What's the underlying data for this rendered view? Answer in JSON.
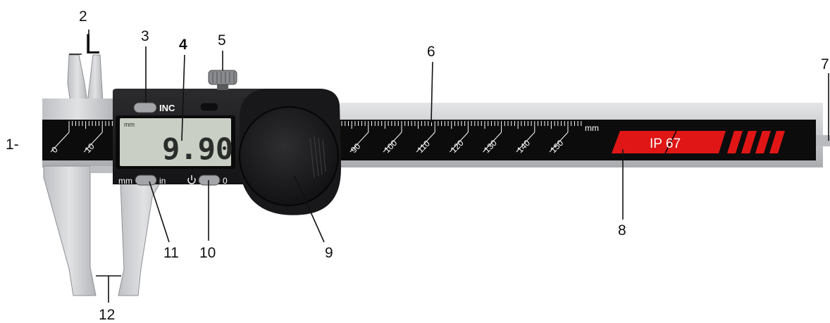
{
  "colors": {
    "steel": "#cfd0d2",
    "steel_dark": "#9ea0a4",
    "scale_black": "#0c0c0c",
    "body": "#1d1d1f",
    "lcd_bg": "#c9cfc4",
    "lcd_digits": "#2a2d2a",
    "ip_red": "#e01616",
    "label_text": "#111111"
  },
  "scale": {
    "unit": "mm",
    "numbers": [
      "0",
      "10",
      "90",
      "100",
      "110",
      "120",
      "130",
      "140",
      "150"
    ]
  },
  "display": {
    "unit": "mm",
    "reading": "9.90"
  },
  "buttons": {
    "inc": "INC",
    "mm": "mm",
    "in": "in",
    "zero": "0"
  },
  "badge": {
    "text": "IP 67"
  },
  "callouts": [
    "1-",
    "2",
    "3",
    "4",
    "5",
    "6",
    "7",
    "8",
    "9",
    "10",
    "11",
    "12"
  ]
}
